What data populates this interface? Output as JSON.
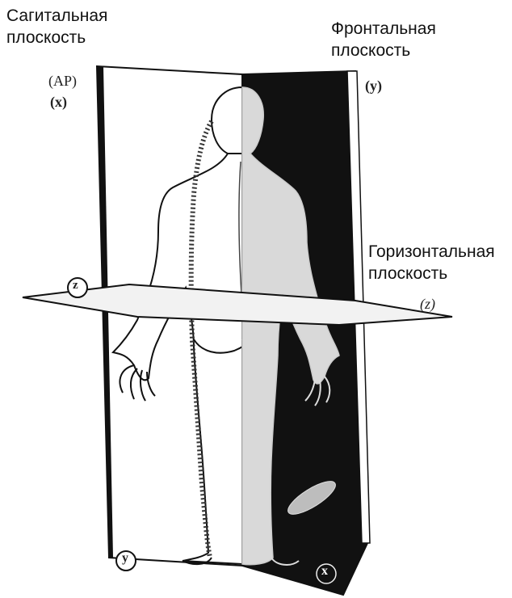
{
  "labels": {
    "sagittal_plane_line1": "Сагитальная",
    "sagittal_plane_line2": "плоскость",
    "frontal_plane_line1": "Фронтальная",
    "frontal_plane_line2": "плоскость",
    "horizontal_plane_line1": "Горизонтальная",
    "horizontal_plane_line2": "плоскость"
  },
  "axis_labels": {
    "sagittal_ap": "(AP)",
    "sagittal_x_top": "(x)",
    "frontal_y_top": "(y)",
    "horizontal_z_left": "z",
    "horizontal_z_right": "(z)",
    "bottom_y": "y",
    "bottom_x": "x"
  },
  "colors": {
    "plane_fill": "#ffffff",
    "plane_dark": "#111111",
    "outline": "#111111"
  }
}
